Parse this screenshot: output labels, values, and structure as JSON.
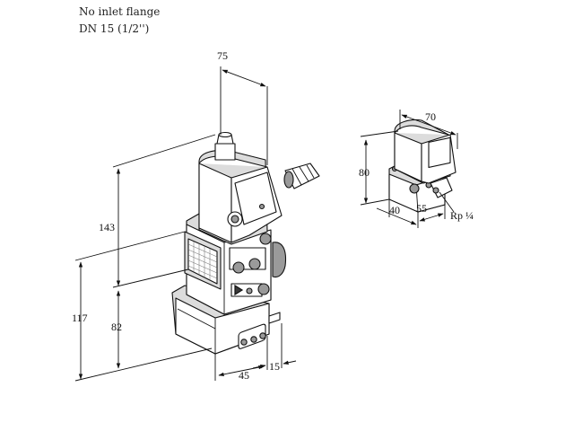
{
  "notes": {
    "line1": "No inlet flange",
    "line2": "DN 15 (1/2'')"
  },
  "dimensions": {
    "main_width_top": "75",
    "main_height_upper": "143",
    "main_height_total": "117",
    "main_height_lower": "82",
    "main_depth_bottom": "45",
    "main_offset_bottom": "15",
    "aux_width_top": "70",
    "aux_height": "80",
    "aux_depth_left": "40",
    "aux_width_bottom": "55",
    "aux_port_label": "Rp ¼"
  }
}
